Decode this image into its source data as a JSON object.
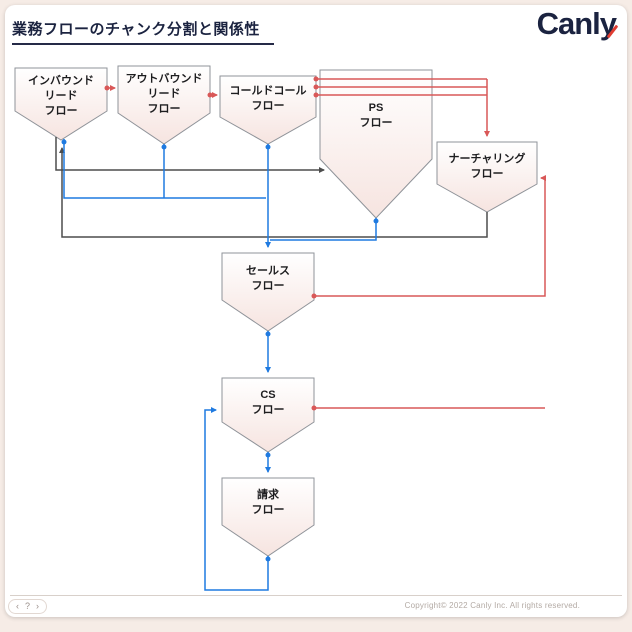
{
  "title": "業務フローのチャンク分割と関係性",
  "logo": {
    "text": "Canly"
  },
  "footer": {
    "copyright": "Copyright© 2022 Canly Inc. All rights reserved."
  },
  "nav": {
    "prev": "‹",
    "help": "?",
    "next": "›"
  },
  "colors": {
    "page_bg": "#f6ece6",
    "title_navy": "#1b2340",
    "logo_red": "#e03c31",
    "node_border": "#8f9399",
    "node_fill_bottom": "#f6e4e0",
    "edge_blue": "#1f7ae0",
    "edge_red": "#d95858",
    "edge_dark": "#4d4d4d"
  },
  "diagram": {
    "nodes": [
      {
        "id": "inbound-lead-flow",
        "label": "インバウンド\nリード\nフロー"
      },
      {
        "id": "outbound-lead-flow",
        "label": "アウトバウンド\nリード\nフロー"
      },
      {
        "id": "cold-call-flow",
        "label": "コールドコール\nフロー"
      },
      {
        "id": "ps-flow",
        "label": "PS\nフロー"
      },
      {
        "id": "nurturing-flow",
        "label": "ナーチャリング\nフロー"
      },
      {
        "id": "sales-flow",
        "label": "セールス\nフロー"
      },
      {
        "id": "cs-flow",
        "label": "CS\nフロー"
      },
      {
        "id": "billing-flow",
        "label": "請求\nフロー"
      }
    ],
    "edges": [
      {
        "from": "inbound-lead-flow",
        "to": "outbound-lead-flow",
        "color": "red"
      },
      {
        "from": "outbound-lead-flow",
        "to": "cold-call-flow",
        "color": "red"
      },
      {
        "from": "cold-call-flow",
        "to": "nurturing-flow",
        "color": "red"
      },
      {
        "from": "sales-flow",
        "to": "nurturing-flow",
        "color": "red"
      },
      {
        "from": "cs-flow",
        "to": "nurturing-flow",
        "color": "red"
      },
      {
        "from": "inbound-lead-flow",
        "to": "ps-flow",
        "color": "dark"
      },
      {
        "from": "nurturing-flow",
        "to": "inbound-lead-flow",
        "color": "dark"
      },
      {
        "from": "inbound-lead-flow",
        "to": "sales-flow",
        "color": "blue"
      },
      {
        "from": "outbound-lead-flow",
        "to": "sales-flow",
        "color": "blue"
      },
      {
        "from": "cold-call-flow",
        "to": "sales-flow",
        "color": "blue"
      },
      {
        "from": "ps-flow",
        "to": "sales-flow",
        "color": "blue"
      },
      {
        "from": "sales-flow",
        "to": "cs-flow",
        "color": "blue"
      },
      {
        "from": "cs-flow",
        "to": "billing-flow",
        "color": "blue"
      },
      {
        "from": "billing-flow",
        "to": "cs-flow",
        "color": "blue"
      }
    ]
  }
}
